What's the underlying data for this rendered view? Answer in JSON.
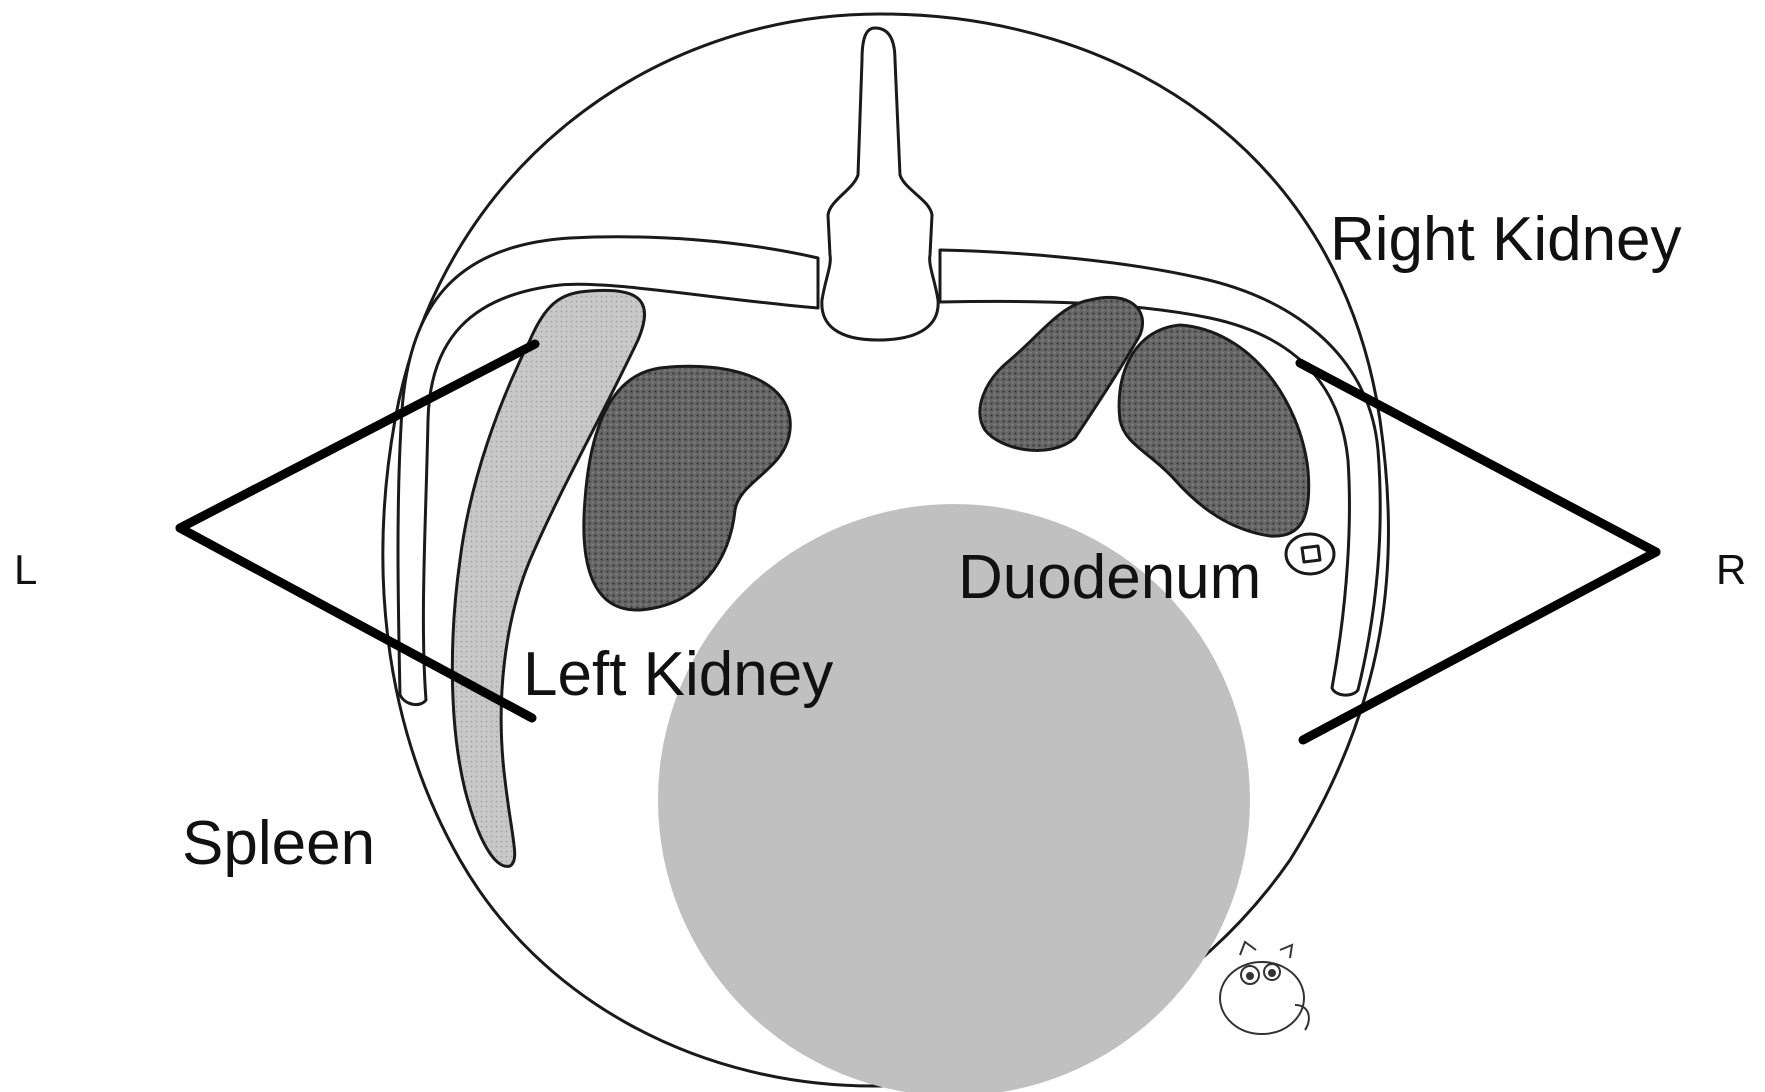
{
  "labels": {
    "right_kidney": "Right Kidney",
    "left_kidney": "Left Kidney",
    "duodenum": "Duodenum",
    "spleen": "Spleen",
    "left_side": "L",
    "right_side": "R"
  },
  "colors": {
    "kidney_fill": "#5c5c5c",
    "spleen_fill": "#c4c4c4",
    "circle_fill": "#c0c0c0",
    "outline": "#1a1a1a",
    "pointer_lines": "#000000"
  }
}
